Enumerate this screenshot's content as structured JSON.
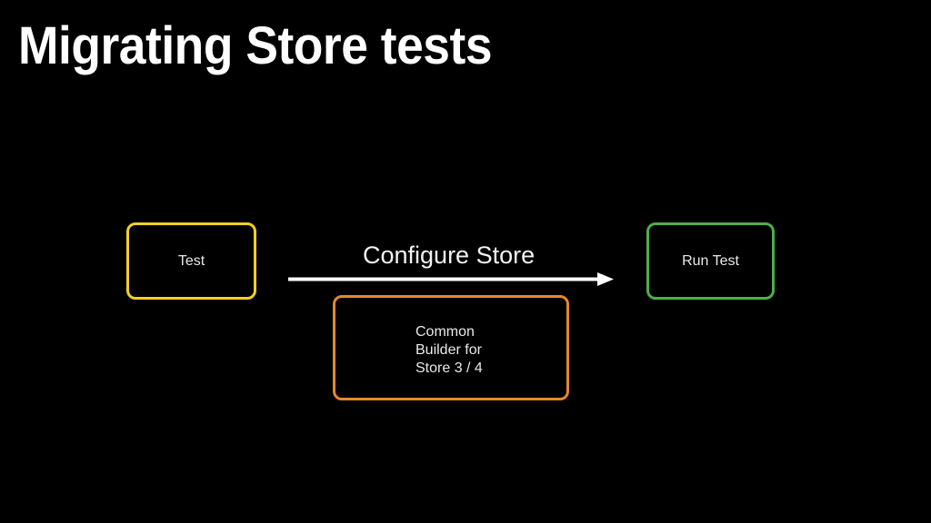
{
  "slide": {
    "title": "Migrating Store tests",
    "background_color": "#000000"
  },
  "diagram": {
    "type": "flow",
    "nodes": [
      {
        "id": "test",
        "label": "Test",
        "border_color": "#f2d024",
        "color_name": "yellow"
      },
      {
        "id": "run-test",
        "label": "Run Test",
        "border_color": "#4fae49",
        "color_name": "green"
      },
      {
        "id": "common-builder",
        "label": "Common\nBuilder for\nStore 3 / 4",
        "border_color": "#e8872a",
        "color_name": "orange"
      }
    ],
    "edges": [
      {
        "id": "configure-store",
        "from": "test",
        "to": "run-test",
        "label": "Configure Store",
        "color": "#ffffff",
        "direction": "right"
      }
    ]
  }
}
